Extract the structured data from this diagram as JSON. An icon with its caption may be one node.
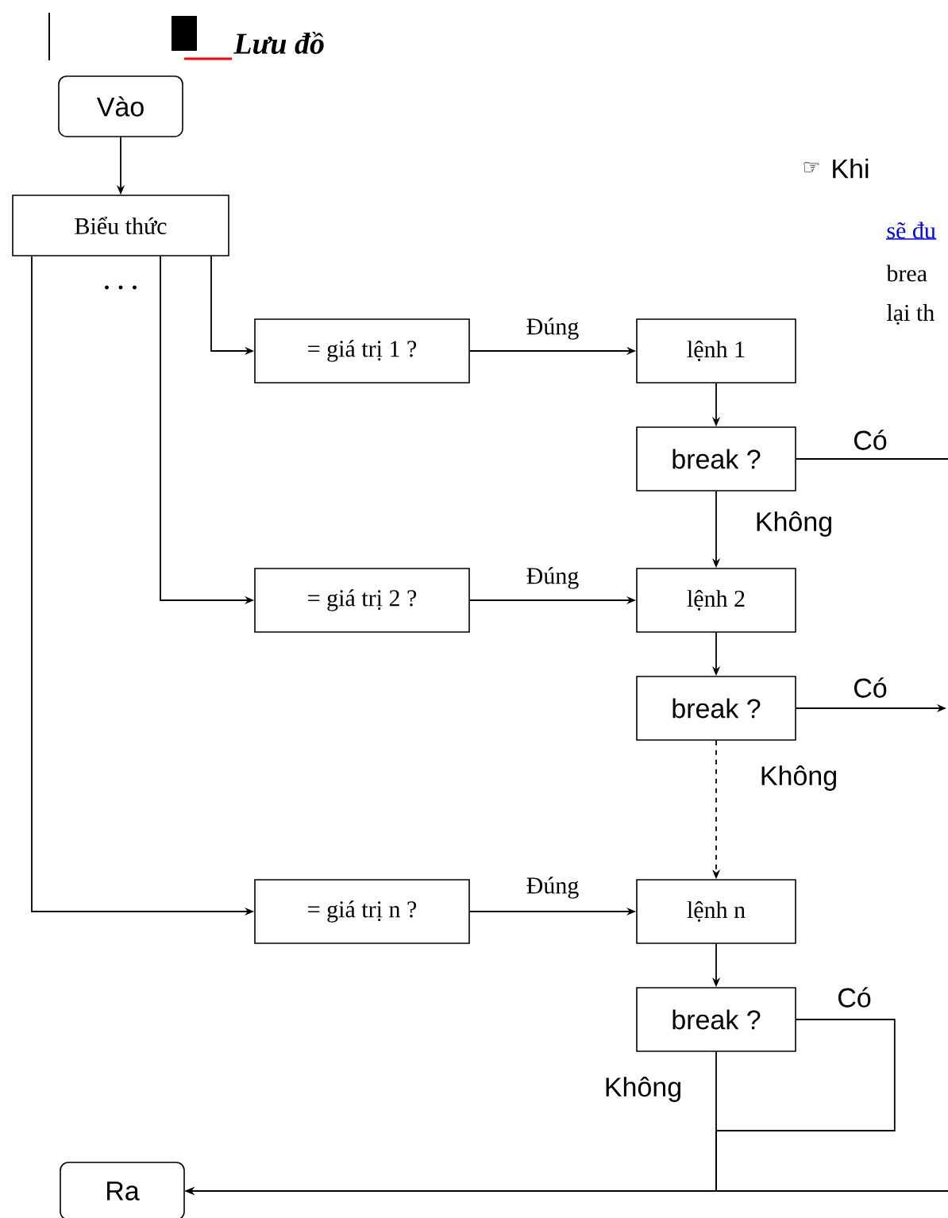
{
  "diagram": {
    "title": "Lưu đồ",
    "nodes": [
      {
        "text": [
          "Vào"
        ]
      },
      {
        "text": [
          "Biểu thức"
        ]
      },
      {
        "text": [
          "= giá trị 1 ?"
        ]
      },
      {
        "text": [
          "lệnh 1"
        ]
      },
      {
        "text": [
          "break ?"
        ]
      },
      {
        "text": [
          "= giá trị 2 ?"
        ]
      },
      {
        "text": [
          "lệnh 2"
        ]
      },
      {
        "text": [
          "break ?"
        ]
      },
      {
        "text": [
          "= giá trị n ?"
        ]
      },
      {
        "text": [
          "lệnh n"
        ]
      },
      {
        "text": [
          "break ?"
        ]
      },
      {
        "text": [
          "Ra"
        ]
      }
    ],
    "edges": [
      {
        "from": 0,
        "to": 1,
        "arrow": "to"
      },
      {
        "from": 1,
        "to": 2,
        "arrow": "to"
      },
      {
        "from": 1,
        "to": 5,
        "arrow": "to"
      },
      {
        "from": 1,
        "to": 8,
        "arrow": "to"
      },
      {
        "from": 2,
        "to": 3,
        "arrow": "to",
        "label": "Đúng"
      },
      {
        "from": 3,
        "to": 4,
        "arrow": "to"
      },
      {
        "from": 4,
        "to": 6,
        "arrow": "to",
        "label": "Không"
      },
      {
        "from": 4,
        "to": null,
        "arrow": "none",
        "label": "Có"
      },
      {
        "from": 5,
        "to": 6,
        "arrow": "to",
        "label": "Đúng"
      },
      {
        "from": 6,
        "to": 7,
        "arrow": "to"
      },
      {
        "from": 7,
        "to": 9,
        "arrow": "to",
        "label": "Không",
        "style": "dashed"
      },
      {
        "from": 7,
        "to": null,
        "arrow": "to",
        "label": "Có"
      },
      {
        "from": 8,
        "to": 9,
        "arrow": "to",
        "label": "Đúng"
      },
      {
        "from": 9,
        "to": 10,
        "arrow": "to"
      },
      {
        "from": 10,
        "to": 11,
        "arrow": "to",
        "label": "Không"
      },
      {
        "from": 10,
        "to": 11,
        "arrow": "to",
        "label": "Có"
      },
      {
        "from": null,
        "to": 11,
        "arrow": "to"
      }
    ],
    "labels": [
      ". . .",
      "☞",
      "Khi",
      "sẽ đu",
      "brea",
      "lại th"
    ]
  }
}
